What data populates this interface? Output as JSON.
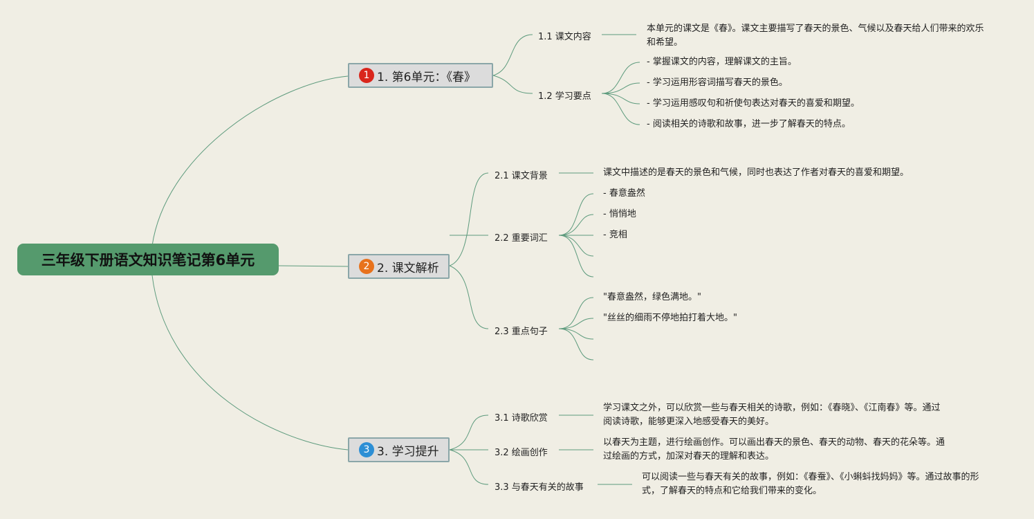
{
  "root": {
    "title": "三年级下册语文知识笔记第6单元"
  },
  "branch1": {
    "number": "1",
    "label": "1. 第6单元：《春》",
    "badge_color": "#d9261c",
    "sub1": {
      "label": "1.1 课文内容",
      "text": "本单元的课文是《春》。课文主要描写了春天的景色、气候以及春天给人们带来的欢乐和希望。"
    },
    "sub2": {
      "label": "1.2 学习要点",
      "items": [
        "- 掌握课文的内容，理解课文的主旨。",
        "- 学习运用形容词描写春天的景色。",
        "- 学习运用感叹句和祈使句表达对春天的喜爱和期望。",
        "- 阅读相关的诗歌和故事，进一步了解春天的特点。"
      ]
    }
  },
  "branch2": {
    "number": "2",
    "label": "2. 课文解析",
    "badge_color": "#e8721c",
    "sub1": {
      "label": "2.1 课文背景",
      "text": "课文中描述的是春天的景色和气候，同时也表达了作者对春天的喜爱和期望。"
    },
    "sub2": {
      "label": "2.2 重要词汇",
      "items": [
        "- 春意盎然",
        "- 悄悄地",
        "- 竞相",
        "",
        ""
      ]
    },
    "sub3": {
      "label": "2.3 重点句子",
      "items": [
        "\"春意盎然，绿色满地。\"",
        "\"丝丝的细雨不停地拍打着大地。\"",
        "",
        ""
      ]
    }
  },
  "branch3": {
    "number": "3",
    "label": "3. 学习提升",
    "badge_color": "#2d8fd5",
    "sub1": {
      "label": "3.1 诗歌欣赏",
      "text": "学习课文之外，可以欣赏一些与春天相关的诗歌，例如：《春晓》、《江南春》等。通过阅读诗歌，能够更深入地感受春天的美好。"
    },
    "sub2": {
      "label": "3.2 绘画创作",
      "text": "以春天为主题，进行绘画创作。可以画出春天的景色、春天的动物、春天的花朵等。通过绘画的方式，加深对春天的理解和表达。"
    },
    "sub3": {
      "label": "3.3 与春天有关的故事",
      "text": "可以阅读一些与春天有关的故事，例如：《春蚕》、《小蝌蚪找妈妈》等。通过故事的形式，了解春天的特点和它给我们带来的变化。"
    }
  },
  "colors": {
    "line": "#5c9a7c",
    "root_bg": "#559a6d",
    "background": "#f0eee4"
  }
}
